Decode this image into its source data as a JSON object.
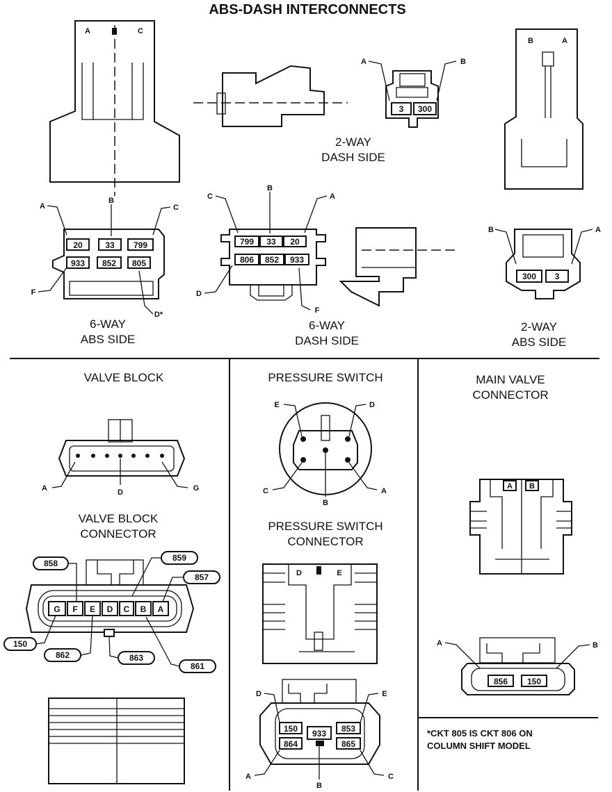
{
  "title": "ABS-DASH INTERCONNECTS",
  "connectors": {
    "abs_2way_top_letters": [
      "A",
      "C"
    ],
    "dash2": {
      "caption_1": "2-WAY",
      "caption_2": "DASH SIDE",
      "pins": [
        "A",
        "B"
      ],
      "circuits": [
        "3",
        "300"
      ]
    },
    "right_top_letters": [
      "B",
      "A"
    ],
    "abs6": {
      "caption_1": "6-WAY",
      "caption_2": "ABS SIDE",
      "letters": [
        "A",
        "B",
        "C",
        "F",
        "D*"
      ],
      "row1": [
        "20",
        "33",
        "799"
      ],
      "row2": [
        "933",
        "852",
        "805"
      ]
    },
    "dash6": {
      "caption_1": "6-WAY",
      "caption_2": "DASH SIDE",
      "letters": [
        "C",
        "B",
        "A",
        "D",
        "F"
      ],
      "row1": [
        "799",
        "33",
        "20"
      ],
      "row2": [
        "806",
        "852",
        "933"
      ]
    },
    "abs2": {
      "caption_1": "2-WAY",
      "caption_2": "ABS SIDE",
      "letters": [
        "B",
        "A"
      ],
      "circuits": [
        "300",
        "3"
      ]
    }
  },
  "valve_block": {
    "title": "VALVE BLOCK",
    "letters": [
      "A",
      "D",
      "G"
    ]
  },
  "valve_block_connector": {
    "title_1": "VALVE BLOCK",
    "title_2": "CONNECTOR",
    "pins": [
      "G",
      "F",
      "E",
      "D",
      "C",
      "B",
      "A"
    ],
    "circuits": [
      "858",
      "859",
      "857",
      "150",
      "862",
      "863",
      "861"
    ]
  },
  "pressure_switch": {
    "title": "PRESSURE SWITCH",
    "letters": [
      "E",
      "D",
      "C",
      "B",
      "A"
    ]
  },
  "pressure_switch_connector": {
    "title_1": "PRESSURE SWITCH",
    "title_2": "CONNECTOR",
    "top_letters": [
      "D",
      "E"
    ],
    "side_letters": [
      "D",
      "E",
      "A",
      "B",
      "C"
    ],
    "circuits": [
      "150",
      "864",
      "933",
      "853",
      "865"
    ]
  },
  "main_valve_connector": {
    "title_1": "MAIN VALVE",
    "title_2": "CONNECTOR",
    "top_letters": [
      "A",
      "B"
    ],
    "letters": [
      "A",
      "B"
    ],
    "circuits": [
      "856",
      "150"
    ]
  },
  "footnote_1": "*CKT 805 IS CKT 806 ON",
  "footnote_2": "COLUMN SHIFT MODEL"
}
